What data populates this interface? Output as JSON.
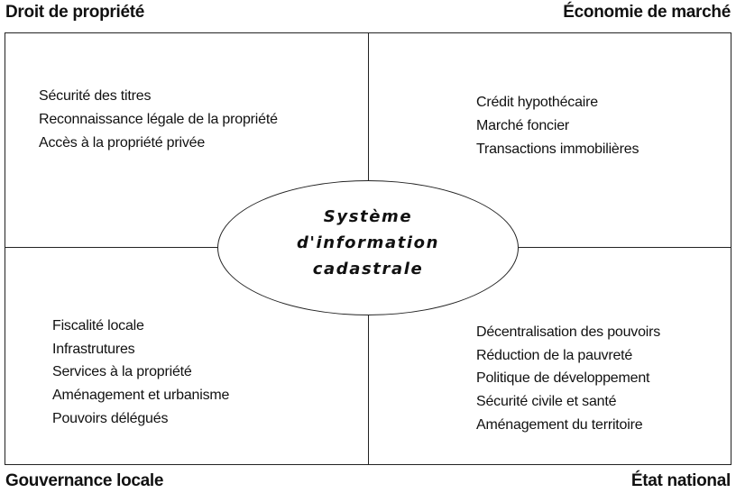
{
  "corners": {
    "top_left": "Droit de propriété",
    "top_right": "Économie de marché",
    "bottom_left": "Gouvernance locale",
    "bottom_right": "État national"
  },
  "center": {
    "lines": [
      "Système",
      "d'information",
      "cadastrale"
    ]
  },
  "quadrants": {
    "top_left": [
      "Sécurité des titres",
      "Reconnaissance légale de la propriété",
      "Accès à la propriété privée"
    ],
    "top_right": [
      "Crédit hypothécaire",
      "Marché foncier",
      "Transactions immobilières"
    ],
    "bottom_left": [
      "Fiscalité locale",
      "Infrastrutures",
      "Services à la propriété",
      "Aménagement et urbanisme",
      "Pouvoirs délégués"
    ],
    "bottom_right": [
      "Décentralisation des pouvoirs",
      "Réduction de la pauvreté",
      "Politique de développement",
      "Sécurité civile et santé",
      "Aménagement du territoire"
    ]
  }
}
